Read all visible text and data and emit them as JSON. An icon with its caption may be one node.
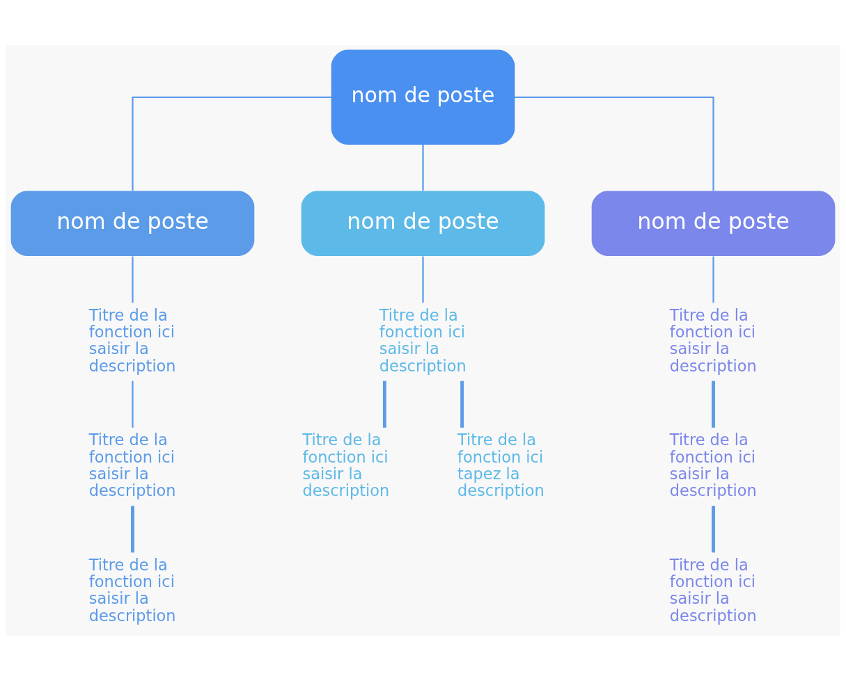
{
  "diagram": {
    "nodes": [
      {
        "text": [
          "nom de poste"
        ]
      },
      {
        "text": [
          "nom de poste"
        ]
      },
      {
        "text": [
          "nom de poste"
        ]
      },
      {
        "text": [
          "nom de poste"
        ]
      },
      {
        "text": [
          "Titre de la fonction ici saisir la description"
        ]
      },
      {
        "text": [
          "Titre de la fonction ici saisir la description"
        ]
      },
      {
        "text": [
          "Titre de la fonction ici saisir la description"
        ]
      },
      {
        "text": [
          "Titre de la fonction ici saisir la description"
        ]
      },
      {
        "text": [
          "Titre de la fonction ici saisir la description"
        ]
      },
      {
        "text": [
          "Titre de la fonction ici tapez la description"
        ]
      },
      {
        "text": [
          "Titre de la fonction ici saisir la description"
        ]
      },
      {
        "text": [
          "Titre de la fonction ici saisir la description"
        ]
      },
      {
        "text": [
          "Titre de la fonction ici saisir la description"
        ]
      }
    ],
    "edges": [
      {
        "from": 0,
        "to": 1,
        "arrow": "none"
      },
      {
        "from": 0,
        "to": 2,
        "arrow": "none"
      },
      {
        "from": 0,
        "to": 3,
        "arrow": "none"
      },
      {
        "from": 1,
        "to": 4,
        "arrow": "none"
      },
      {
        "from": 2,
        "to": 5,
        "arrow": "none"
      },
      {
        "from": 3,
        "to": 6,
        "arrow": "none"
      },
      {
        "from": 4,
        "to": 7,
        "arrow": "none"
      },
      {
        "from": 5,
        "to": 8,
        "arrow": "none",
        "style": "thick"
      },
      {
        "from": 5,
        "to": 9,
        "arrow": "none",
        "style": "thick"
      },
      {
        "from": 6,
        "to": 10,
        "arrow": "none",
        "style": "thick"
      },
      {
        "from": 7,
        "to": 11,
        "arrow": "none",
        "style": "thick"
      },
      {
        "from": 10,
        "to": 12,
        "arrow": "none",
        "style": "thick"
      }
    ]
  }
}
